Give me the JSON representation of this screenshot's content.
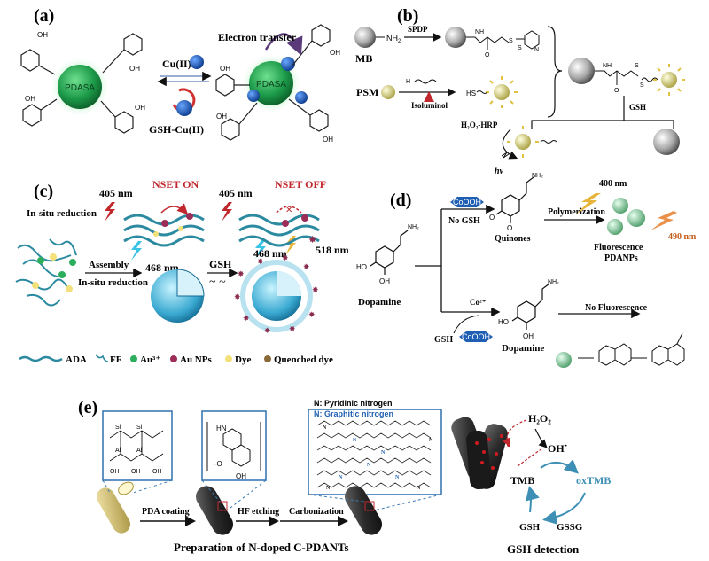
{
  "panel_a": {
    "label": "(a)",
    "core": "PDASA",
    "cu": "Cu(II)",
    "gsh_cu": "GSH-Cu(II)",
    "electron_transfer": "Electron transfer",
    "oh": "OH"
  },
  "panel_b": {
    "label": "(b)",
    "mb": "MB",
    "nh2": "NH",
    "nh2_sub": "2",
    "spdp": "SPDP",
    "psm": "PSM",
    "isoluminol": "Isoluminol",
    "hs": "HS",
    "h2n": "H",
    "gsh": "GSH",
    "h2o2_hrp": "H₂O₂-HRP",
    "hv": "hv",
    "nh": "NH",
    "o": "O",
    "s": "S",
    "n": "N"
  },
  "panel_c": {
    "label": "(c)",
    "nm405_1": "405 nm",
    "nset_on": "NSET ON",
    "nm405_2": "405 nm",
    "nset_off": "NSET OFF",
    "insitu1": "In-situ reduction",
    "nm518": "518 nm",
    "nm468_1": "468 nm",
    "nm468_2": "468 nm",
    "assembly": "Assembly",
    "insitu2": "In-situ reduction",
    "gsh": "GSH",
    "legend": [
      "ADA",
      "FF",
      "Au³⁺",
      "Au NPs",
      "Dye",
      "Quenched dye"
    ]
  },
  "panel_d": {
    "label": "(d)",
    "nm400": "400 nm",
    "nm490": "490 nm",
    "coooh1": "CoOOH",
    "no_gsh": "No GSH",
    "quinones": "Quinones",
    "polymerization": "Polymerization",
    "fluorescence": "Fluorescence",
    "pdanps": "PDANPs",
    "nh2": "NH₂",
    "ho": "HO",
    "oh": "OH",
    "dopamine1": "Dopamine",
    "co2": "Co²⁺",
    "gsh": "GSH",
    "coooh2": "CoOOH",
    "dopamine2": "Dopamine",
    "no_fluorescence": "No Fluorescence"
  },
  "panel_e": {
    "label": "(e)",
    "pyridinic": "N: Pyridinic nitrogen",
    "graphitic": "N: Graphitic nitrogen",
    "pda_coating": "PDA coating",
    "hf_etching": "HF etching",
    "carbonization": "Carbonization",
    "caption1": "Preparation of N-doped C-PDANTs",
    "h2o2": "H₂O₂",
    "oh_rad": "OH˙",
    "tmb": "TMB",
    "oxtmb": "oxTMB",
    "gsh": "GSH",
    "gssg": "GSSG",
    "caption2": "GSH detection",
    "hn": "HN",
    "o_minus": "–O",
    "oh": "OH",
    "si": "Si",
    "al": "Al"
  },
  "colors": {
    "green_core": "#1a9a4a",
    "blue_ball": "#1d5bb8",
    "red_arrow": "#c0282d",
    "gold": "#e2c040",
    "blue_text": "#1f5fb3",
    "teal_hex": "#1e6fb0"
  }
}
